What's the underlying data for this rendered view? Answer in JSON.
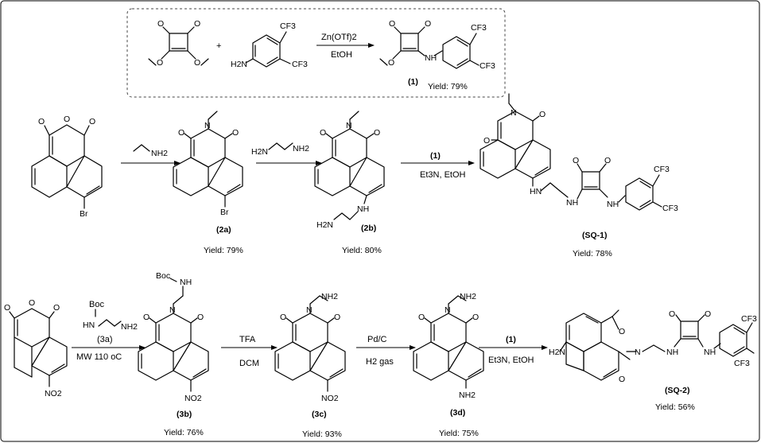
{
  "colors": {
    "line": "#000000",
    "background": "#ffffff"
  },
  "steps": {
    "s1": {
      "reagent": "Zn(OTf)2",
      "solvent": "EtOH",
      "plus": "+"
    },
    "s2": {
      "reagent": "NH2"
    },
    "s3": {
      "reagent": "NH2"
    },
    "s4": {
      "reagent": "(1)",
      "conditions": "Et3N, EtOH"
    },
    "s5": {
      "reagent": "Boc",
      "ref": "(3a)",
      "conditions": "MW 110 oC"
    },
    "s6": {
      "reagent": "TFA",
      "solvent": "DCM"
    },
    "s7": {
      "reagent": "Pd/C",
      "conditions": "H2 gas"
    },
    "s8": {
      "reagent": "(1)",
      "conditions": "Et3N, EtOH"
    }
  },
  "compounds": {
    "c1": {
      "label": "(1)",
      "yield": "Yield: 79%"
    },
    "c2a": {
      "label": "(2a)",
      "yield": "Yield: 79%"
    },
    "c2b": {
      "label": "(2b)",
      "yield": "Yield: 80%"
    },
    "sq1": {
      "label": "(SQ-1)",
      "yield": "Yield: 78%"
    },
    "c3b": {
      "label": "(3b)",
      "yield": "Yield: 76%"
    },
    "c3c": {
      "label": "(3c)",
      "yield": "Yield: 93%"
    },
    "c3d": {
      "label": "(3d)",
      "yield": "Yield: 75%"
    },
    "sq2": {
      "label": "(SQ-2)",
      "yield": "Yield: 56%"
    }
  },
  "atoms": {
    "O": "O",
    "N": "N",
    "Br": "Br",
    "CF3": "CF3",
    "NH": "NH",
    "HN": "HN",
    "H2N": "H2N",
    "NH2": "NH2",
    "NO2": "NO2",
    "Boc": "Boc"
  }
}
